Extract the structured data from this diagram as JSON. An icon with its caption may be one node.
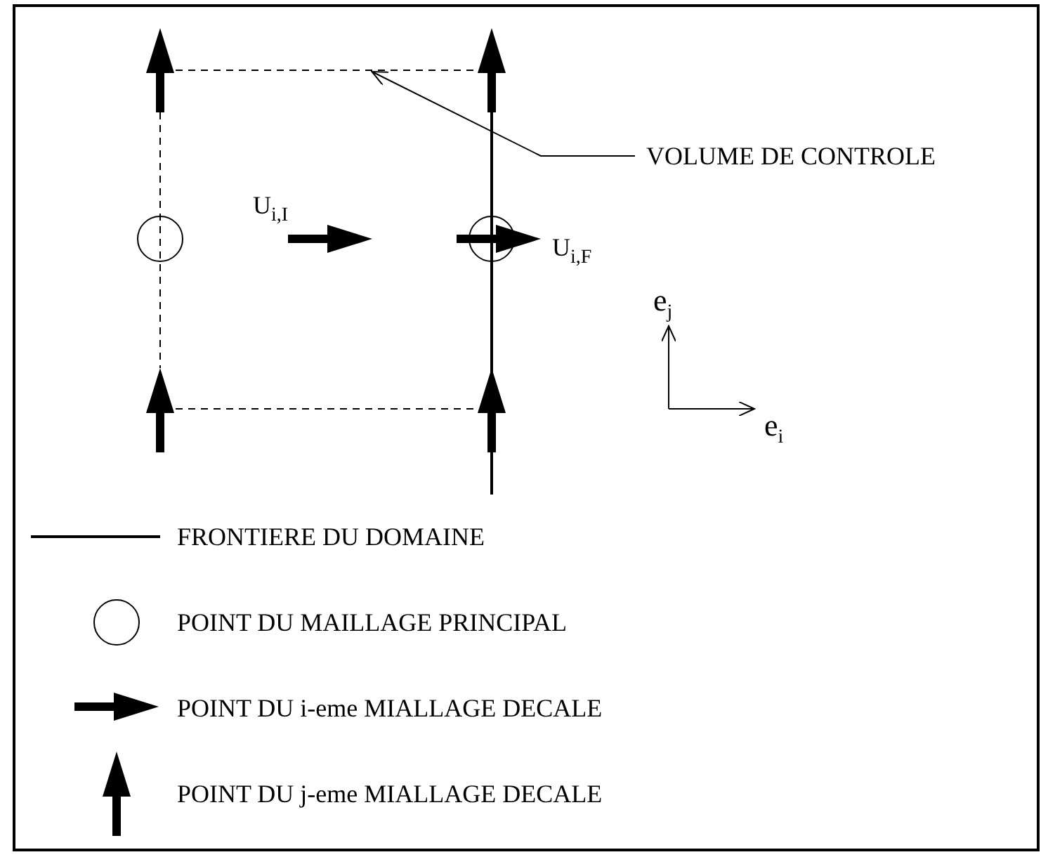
{
  "diagram": {
    "nodes": [
      {
        "text": [
          "VOLUME DE CONTROLE"
        ]
      },
      {
        "text": [],
        "shape": "box"
      }
    ],
    "edges": [
      {
        "from": 0,
        "to": 1,
        "arrow": "to"
      }
    ],
    "labels": [
      "U$_{i,I}$",
      "U$_{i,F}$",
      "e$_{j}$",
      "e$_{i}$"
    ],
    "legend": [
      {
        "text": "FRONTIERE DU DOMAINE"
      },
      {
        "text": "POINT DU MAILLAGE PRINCIPAL"
      },
      {
        "text": "POINT DU i-eme MIALLAGE DECALE"
      },
      {
        "text": "POINT DU j-eme MIALLAGE DECALE"
      }
    ]
  }
}
